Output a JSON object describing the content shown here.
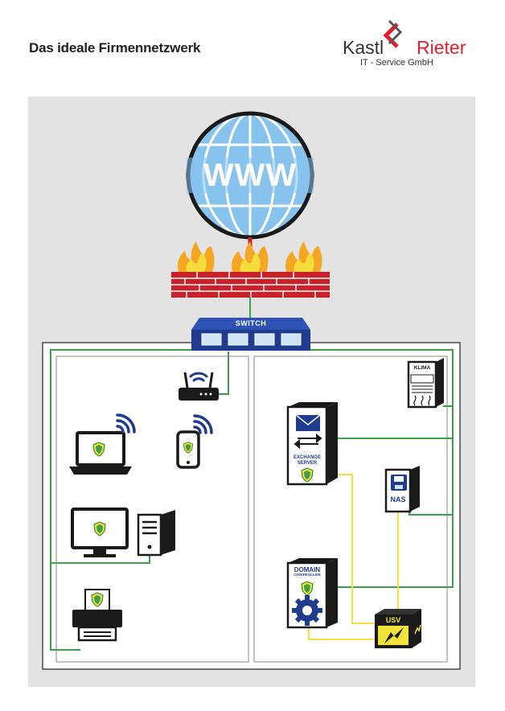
{
  "header": {
    "title": "Das ideale Firmennetzwerk",
    "logo": {
      "left": "Kastl",
      "right": "Rieter",
      "subtitle": "IT - Service GmbH"
    }
  },
  "diagram": {
    "globe_label": "WWW",
    "switch_label": "SWITCH",
    "exchange_label_1": "EXCHANGE",
    "exchange_label_2": "SERVER",
    "nas_label": "NAS",
    "klima_label": "KLIMA",
    "domain_label_1": "DOMAIN",
    "domain_label_2": "CONTROLLER",
    "usv_label": "USV"
  },
  "colors": {
    "network_line": "#3aa14a",
    "power_line": "#f2e33a",
    "brand_red": "#e0202c",
    "firewall": "#c9202a",
    "globe": "#88c3ee",
    "switch": "#1f3c8f"
  }
}
